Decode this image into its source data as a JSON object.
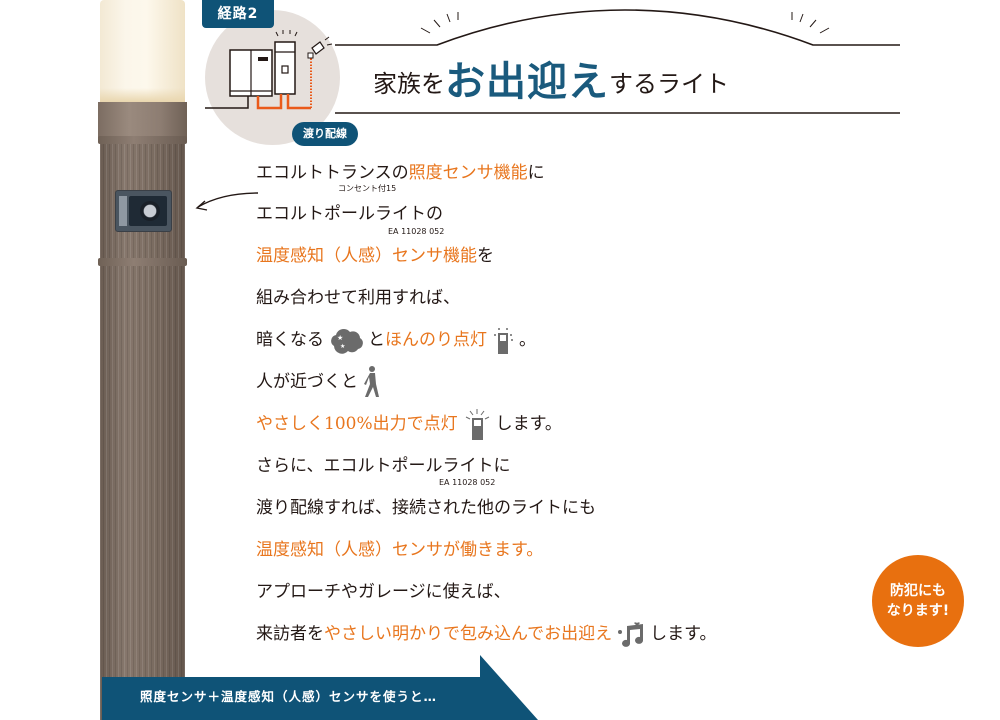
{
  "route_diagram": {
    "route_label": "経路2",
    "wiring_label": "渡り配線"
  },
  "headline": {
    "prefix": "家族を",
    "emphasis": "お出迎え",
    "suffix": "するライト"
  },
  "body": {
    "line1": {
      "black": "エコルトトランスの",
      "orange": "照度センサ機能",
      "tail": "に",
      "note": "コンセント付15"
    },
    "line2": {
      "black": "エコルトポールライトの",
      "note": "EA 11028 052"
    },
    "line3": {
      "orange": "温度感知（人感）センサ機能",
      "tail": "を"
    },
    "line4": {
      "black": "組み合わせて利用すれば、"
    },
    "line5": {
      "black": "暗くなる",
      "mid": "と",
      "orange": "ほんのり点灯",
      "tail": "。"
    },
    "line6": {
      "black": "人が近づくと"
    },
    "line7": {
      "orange": "やさしく100%出力で点灯",
      "tail": "します。"
    },
    "line8": {
      "black": "さらに、エコルトポールライトに",
      "note": "EA 11028 052"
    },
    "line9": {
      "black": "渡り配線すれば、接続された他のライトにも"
    },
    "line10": {
      "orange": "温度感知（人感）センサが働きます。"
    },
    "line11": {
      "black": "アプローチやガレージに使えば、"
    },
    "line12": {
      "black": "来訪者を",
      "orange": "やさしい明かりで包み込んでお出迎え",
      "tail": "します。"
    }
  },
  "badge": {
    "line1": "防犯にも",
    "line2": "なります!"
  },
  "banner": {
    "text": "照度センサ＋温度感知（人感）センサを使うと…"
  },
  "colors": {
    "navy": "#0f5377",
    "headline_blue": "#1a5a7d",
    "orange": "#e8761e",
    "badge_orange": "#e8700f",
    "text": "#231815",
    "pole_brown": "#7c6d62"
  }
}
